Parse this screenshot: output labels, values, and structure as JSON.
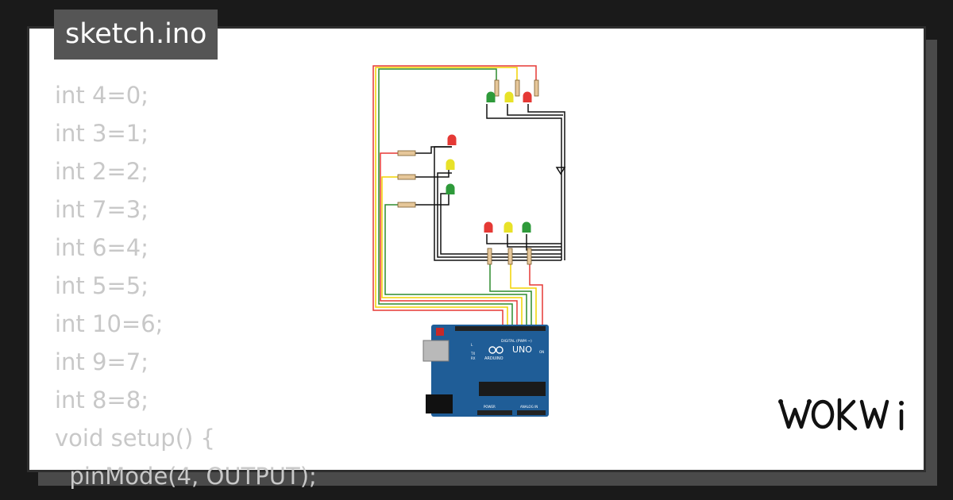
{
  "header": {
    "filename": "sketch.ino"
  },
  "code_lines": [
    "int 4=0;",
    "int 3=1;",
    "int 2=2;",
    "int 7=3;",
    "int 6=4;",
    "int 5=5;",
    "int 10=6;",
    "int 9=7;",
    "int 8=8;",
    "void setup() {",
    "  pinMode(4, OUTPUT);"
  ],
  "brand": {
    "logo_text": "WOKWi"
  },
  "board": {
    "label": "UNO",
    "brand": "ARDUINO",
    "digital_label": "DIGITAL (PWM ~)",
    "analog_label": "ANALOG IN",
    "power_label": "POWER",
    "tx_label": "TX",
    "rx_label": "RX",
    "on_label": "ON",
    "l_label": "L"
  },
  "colors": {
    "board": "#1f5d97",
    "wire_red": "#e53935",
    "wire_yellow": "#f2d400",
    "wire_green": "#2e8b2e",
    "wire_black": "#111111",
    "led_red": "#e53935",
    "led_yellow": "#e8e228",
    "led_green": "#2e9a3a"
  }
}
